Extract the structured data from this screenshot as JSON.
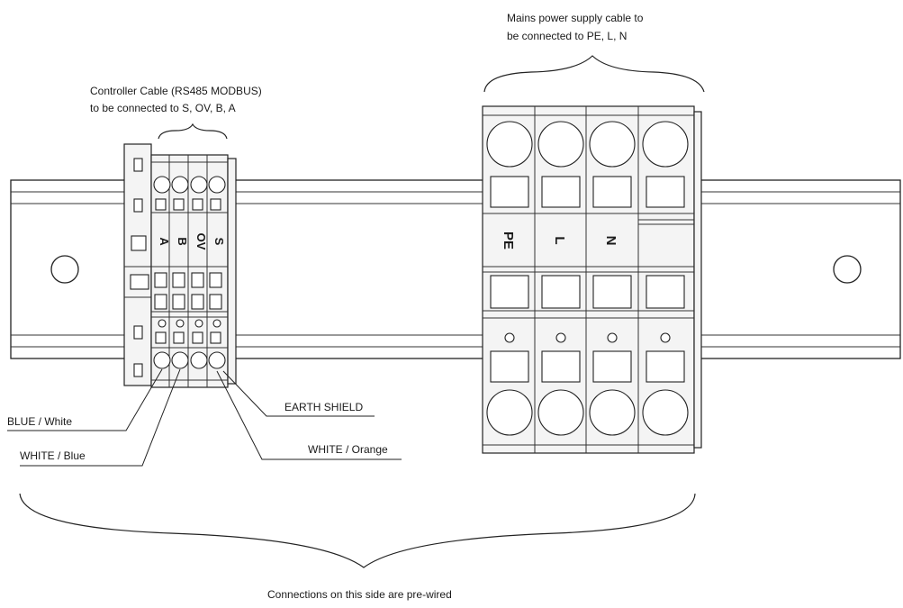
{
  "annotations": {
    "mains_line1": "Mains power supply cable to",
    "mains_line2": "be connected to PE, L, N",
    "controller_line1": "Controller Cable (RS485 MODBUS)",
    "controller_line2": "to be connected to S, OV, B, A",
    "blue_white": "BLUE / White",
    "white_blue": "WHITE / Blue",
    "earth_shield": "EARTH SHIELD",
    "white_orange": "WHITE / Orange",
    "prewired": "Connections on this side are pre-wired"
  },
  "terminals": {
    "small": [
      "A",
      "B",
      "OV",
      "S"
    ],
    "large": [
      "PE",
      "L",
      "N"
    ]
  }
}
